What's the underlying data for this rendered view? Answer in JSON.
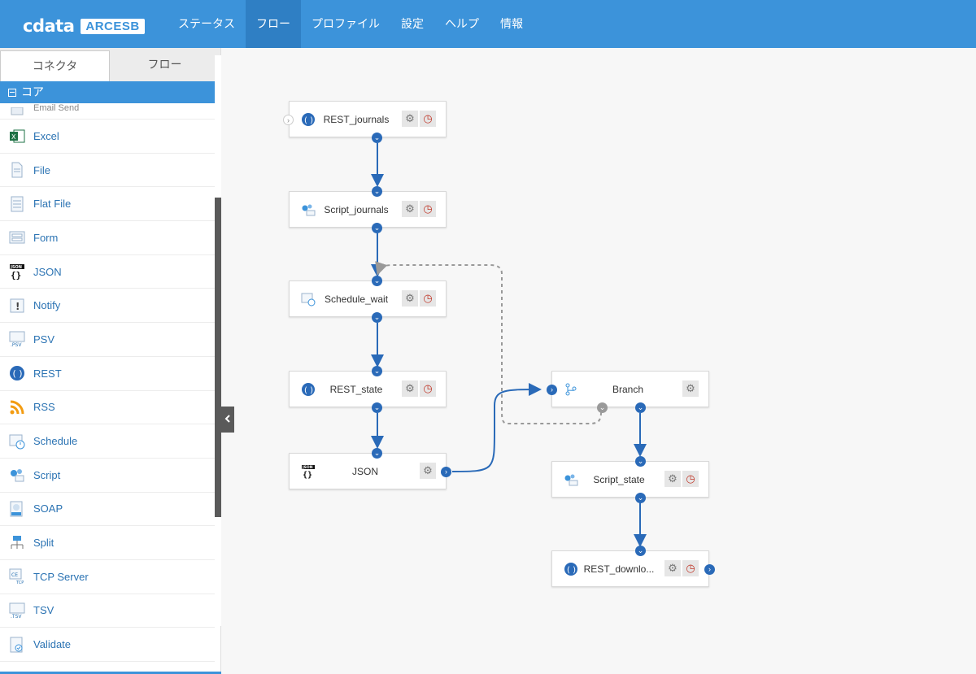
{
  "app": {
    "logo_main": "cdata",
    "logo_sub": "ARCESB"
  },
  "nav": [
    "ステータス",
    "フロー",
    "プロファイル",
    "設定",
    "ヘルプ",
    "情報"
  ],
  "left_tabs": [
    "コネクタ",
    "フロー"
  ],
  "group_header": "コア",
  "connectors": [
    {
      "label": "Email Send",
      "icon": "email-icon"
    },
    {
      "label": "Excel",
      "icon": "excel-icon"
    },
    {
      "label": "File",
      "icon": "file-icon"
    },
    {
      "label": "Flat File",
      "icon": "flat-file-icon"
    },
    {
      "label": "Form",
      "icon": "form-icon"
    },
    {
      "label": "JSON",
      "icon": "json-icon"
    },
    {
      "label": "Notify",
      "icon": "notify-icon"
    },
    {
      "label": "PSV",
      "icon": "psv-icon"
    },
    {
      "label": "REST",
      "icon": "rest-icon"
    },
    {
      "label": "RSS",
      "icon": "rss-icon"
    },
    {
      "label": "Schedule",
      "icon": "schedule-icon"
    },
    {
      "label": "Script",
      "icon": "script-icon"
    },
    {
      "label": "SOAP",
      "icon": "soap-icon"
    },
    {
      "label": "Split",
      "icon": "split-icon"
    },
    {
      "label": "TCP Server",
      "icon": "tcp-server-icon"
    },
    {
      "label": "TSV",
      "icon": "tsv-icon"
    },
    {
      "label": "Validate",
      "icon": "validate-icon"
    }
  ],
  "flow_nodes": [
    {
      "label": "REST_journals",
      "icon": "rest-icon",
      "buttons": [
        "gear",
        "clock"
      ]
    },
    {
      "label": "Script_journals",
      "icon": "script-icon",
      "buttons": [
        "gear",
        "clock"
      ]
    },
    {
      "label": "Schedule_wait",
      "icon": "schedule-icon",
      "buttons": [
        "gear",
        "clock"
      ]
    },
    {
      "label": "REST_state",
      "icon": "rest-icon",
      "buttons": [
        "gear",
        "clock"
      ]
    },
    {
      "label": "JSON",
      "icon": "json-icon",
      "buttons": [
        "gear"
      ]
    },
    {
      "label": "Branch",
      "icon": "branch-icon",
      "buttons": [
        "gear"
      ]
    },
    {
      "label": "Script_state",
      "icon": "script-icon",
      "buttons": [
        "gear",
        "clock"
      ]
    },
    {
      "label": "REST_downlo...",
      "icon": "rest-icon",
      "buttons": [
        "gear",
        "clock"
      ]
    }
  ],
  "colors": {
    "accent": "#3c93da",
    "edge": "#2a6ab8",
    "dashed_edge": "#999999",
    "alert": "#c0392b"
  }
}
